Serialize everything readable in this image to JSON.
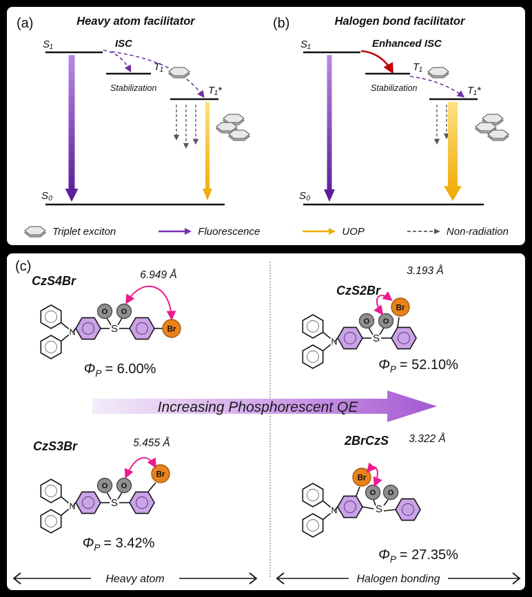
{
  "panel_a": {
    "label": "(a)",
    "title": "Heavy atom facilitator",
    "s1": "S₁",
    "t1": "T₁",
    "t1_star": "T₁*",
    "s0": "S₀",
    "isc_label": "ISC",
    "stabilization_label": "Stabilization"
  },
  "panel_b": {
    "label": "(b)",
    "title": "Halogen bond facilitator",
    "s1": "S₁",
    "t1": "T₁",
    "t1_star": "T₁*",
    "s0": "S₀",
    "isc_label": "Enhanced ISC",
    "stabilization_label": "Stabilization"
  },
  "legend": {
    "triplet_exciton": "Triplet exciton",
    "fluorescence": "Fluorescence",
    "uop": "UOP",
    "non_radiation": "Non-radiation"
  },
  "panel_c": {
    "label": "(c)",
    "arrow_label": "Increasing Phosphorescent QE",
    "phi_symbol": "Φ",
    "phi_sub": "P",
    "atoms": {
      "n": "N",
      "s": "S",
      "o": "O",
      "br": "Br"
    },
    "molecules": [
      {
        "name": "CzS4Br",
        "distance": "6.949 Å",
        "qe_value": "= 6.00%",
        "qe_color": "#000000"
      },
      {
        "name": "CzS2Br",
        "distance": "3.193 Å",
        "qe_value": "= 52.10%",
        "qe_color": "#e60000"
      },
      {
        "name": "CzS3Br",
        "distance": "5.455 Å",
        "qe_value": "= 3.42%",
        "qe_color": "#000000"
      },
      {
        "name": "2BrCzS",
        "distance": "3.322 Å",
        "qe_value": "= 27.35%",
        "qe_color": "#e60000"
      }
    ],
    "axis_left": "Heavy atom",
    "axis_right": "Halogen bonding"
  },
  "colors": {
    "fluorescence_purple": "#7030a0",
    "uop_gold": "#f0ad00",
    "enhanced_isc_red": "#c00000",
    "distance_pink": "#ee1a90",
    "bromine_orange": "#e8821c",
    "phenyl_purple": "#cba3e8",
    "qe_highlight_red": "#e60000"
  }
}
